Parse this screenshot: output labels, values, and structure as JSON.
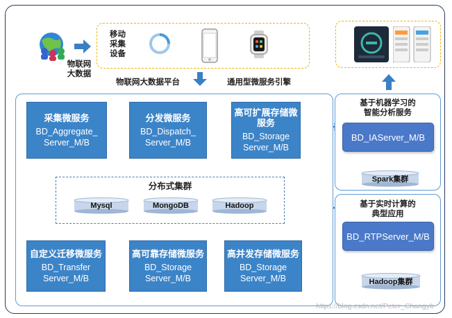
{
  "iot": {
    "label_line1": "物联网",
    "label_line2": "大数据"
  },
  "collect": {
    "label_line1": "移动",
    "label_line2": "采集",
    "label_line3": "设备"
  },
  "platform": {
    "iot_platform": "物联网大数据平台",
    "engine": "通用型微服务引擎"
  },
  "services": {
    "aggregate": {
      "title": "采集微服务",
      "line1": "BD_Aggregate_",
      "line2": "Server_M/B"
    },
    "dispatch": {
      "title": "分发微服务",
      "line1": "BD_Dispatch_",
      "line2": "Server_M/B"
    },
    "storage_scalable": {
      "title": "高可扩展存储微服务",
      "line1": "BD_Storage",
      "line2": "Server_M/B"
    },
    "transfer": {
      "title": "自定义迁移微服务",
      "line1": "BD_Transfer",
      "line2": "Server_M/B"
    },
    "storage_reliable": {
      "title": "高可靠存储微服务",
      "line1": "BD_Storage",
      "line2": "Server_M/B"
    },
    "storage_concurrent": {
      "title": "高并发存储微服务",
      "line1": "BD_Storage",
      "line2": "Server_M/B"
    }
  },
  "cluster": {
    "title": "分布式集群",
    "dbs": [
      "Mysql",
      "MongoDB",
      "Hadoop"
    ]
  },
  "ml": {
    "title_line1": "基于机器学习的",
    "title_line2": "智能分析服务",
    "server": "BD_IAServer_M/B",
    "cluster": "Spark集群"
  },
  "rt": {
    "title_line1": "基于实时计算的",
    "title_line2": "典型应用",
    "server": "BD_RTPServer_M/B",
    "cluster": "Hadoop集群"
  },
  "watermark": "https://blog.csdn.net/Peter_Changyb",
  "colors": {
    "service_blue": "#3c84c8",
    "server_blue": "#4b79c9",
    "frame": "#2b3a55",
    "panel_border": "#5b9bd5",
    "dash_yellow": "#f0b400",
    "arrow_blue": "#4a88c8"
  }
}
